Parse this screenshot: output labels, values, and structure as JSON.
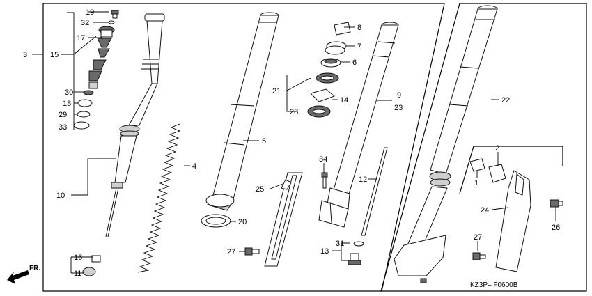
{
  "diagram_code": "KZ3P– F0600B",
  "direction_label": "FR.",
  "callouts": {
    "c1": "1",
    "c2": "2",
    "c3": "3",
    "c4": "4",
    "c5": "5",
    "c6": "6",
    "c7": "7",
    "c8": "8",
    "c9": "9",
    "c10": "10",
    "c11": "11",
    "c12": "12",
    "c13": "13",
    "c14": "14",
    "c15": "15",
    "c16": "16",
    "c17": "17",
    "c18": "18",
    "c19": "19",
    "c20": "20",
    "c21": "21",
    "c22": "22",
    "c23": "23",
    "c24": "24",
    "c25": "25",
    "c26": "26",
    "c27a": "27",
    "c27b": "27",
    "c28": "28",
    "c29": "29",
    "c30": "30",
    "c31": "31",
    "c32": "32",
    "c33": "33",
    "c34": "34"
  }
}
